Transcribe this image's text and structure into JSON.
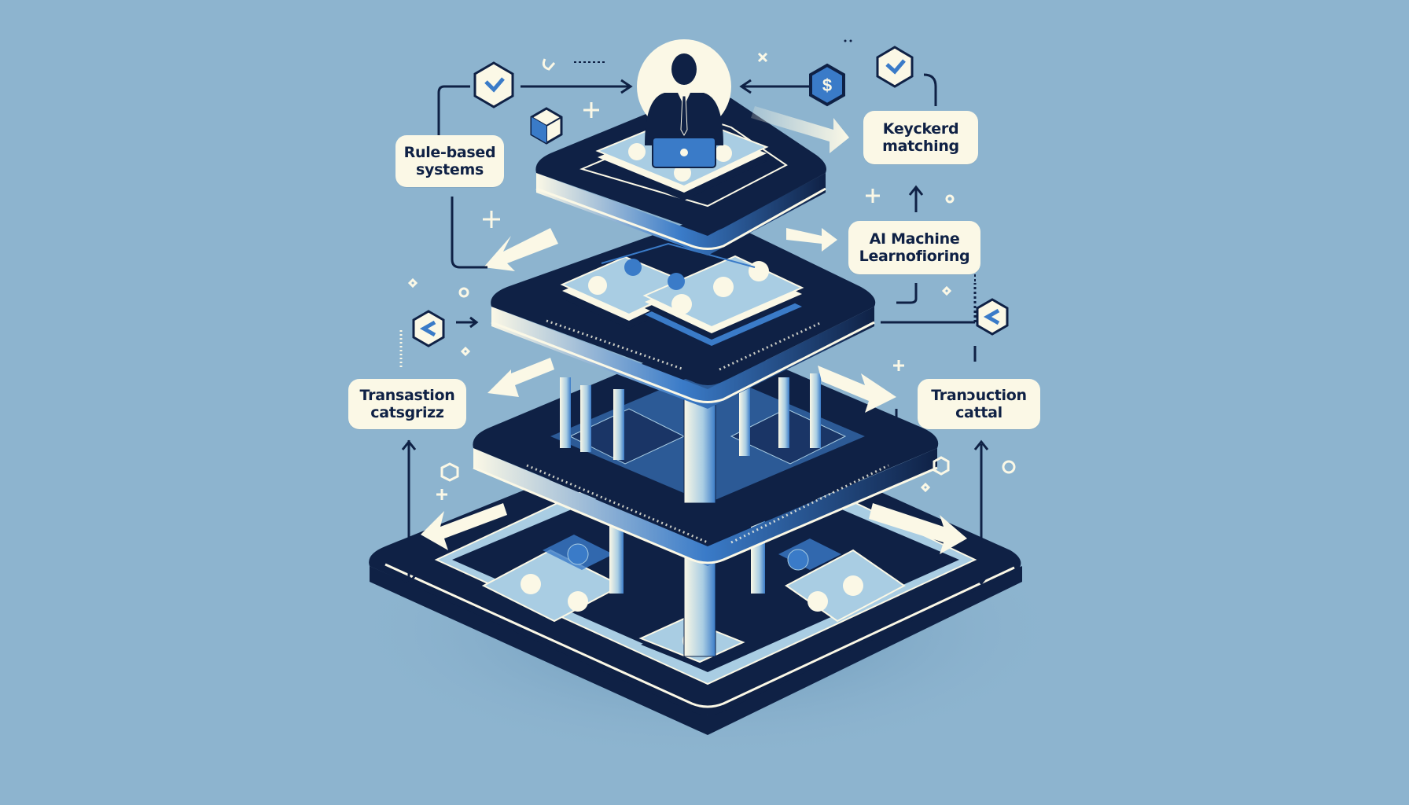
{
  "diagram": {
    "title": "",
    "subject": "Transaction categorization system (layered isometric platform)",
    "colors": {
      "background": "#8db4cf",
      "navy": "#0f2145",
      "accent_blue": "#3a7bc8",
      "cream": "#fbf8e6",
      "light_blue": "#a9cde3"
    },
    "labels": {
      "rule_based": {
        "line1": "Rule-based",
        "line2": "systems"
      },
      "keyword_matching": {
        "line1": "Keyckerd",
        "line2": "matching"
      },
      "ai_ml": {
        "line1": "AI Machine",
        "line2": "Learnofioring"
      },
      "transaction_left": {
        "line1": "Transastion",
        "line2": "catsgrizz"
      },
      "transaction_right": {
        "line1": "Tranɔuction",
        "line2": "cattal"
      }
    },
    "icons": {
      "top_left_badge": "checkmark-hexagon-icon",
      "top_right_badge": "checkmark-hexagon-icon",
      "dollar_badge": "dollar-hexagon-icon",
      "cube": "cube-icon",
      "left_mid_badge": "c-hexagon-icon",
      "right_mid_badge": "c-hexagon-icon",
      "dollar_symbol": "$"
    },
    "layers": [
      {
        "name": "top-platform",
        "content": "person at laptop on banknote stack"
      },
      {
        "name": "second-platform",
        "content": "banknote stacks"
      },
      {
        "name": "third-platform",
        "content": "pillars and banknote stacks"
      },
      {
        "name": "base-platform",
        "content": "banknote trays"
      }
    ]
  }
}
